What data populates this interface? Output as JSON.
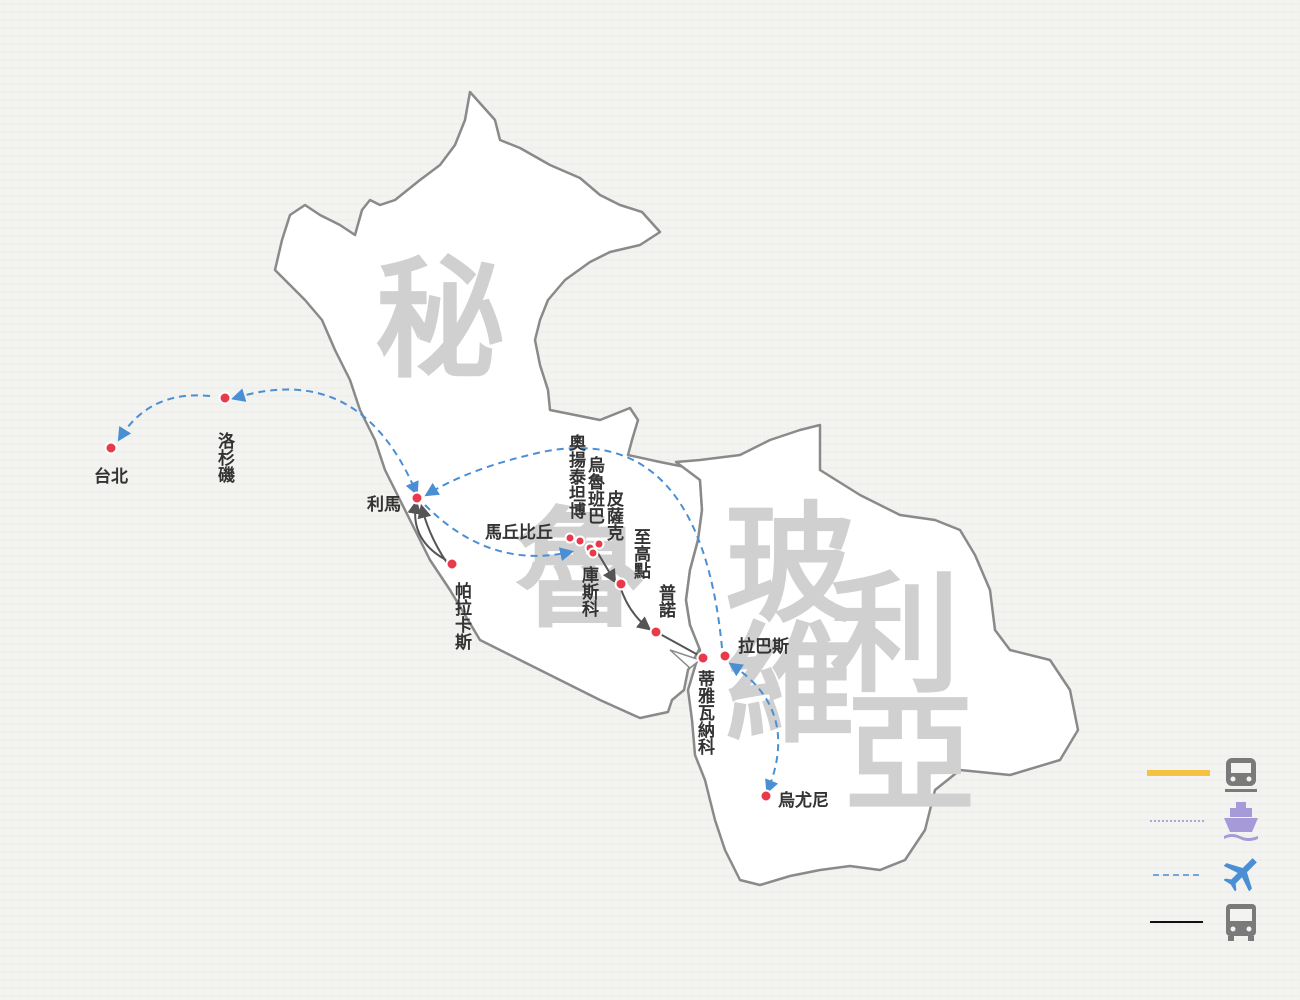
{
  "countries": {
    "peru": [
      "秘",
      "魯"
    ],
    "bolivia": [
      "玻",
      "利",
      "維",
      "亞"
    ]
  },
  "cities": {
    "taipei": "台北",
    "los_angeles": "洛杉磯",
    "lima": "利馬",
    "paracas": "帕拉卡斯",
    "machu_picchu": "馬丘比丘",
    "ollantaytambo": "奧揚泰坦博",
    "urubamba": "烏魯班巴",
    "pisac": "皮薩克",
    "cusco": "庫斯科",
    "highest_point": "至高點",
    "puno": "普諾",
    "tiwanaku": "蒂雅瓦納科",
    "la_paz": "拉巴斯",
    "uyuni": "烏尤尼"
  },
  "legend": [
    {
      "mode": "train",
      "icon": "train-icon",
      "line_style": "solid-thick",
      "color": "#f5c242"
    },
    {
      "mode": "ship",
      "icon": "ship-icon",
      "line_style": "dotted",
      "color": "#9a8fd0"
    },
    {
      "mode": "flight",
      "icon": "airplane-icon",
      "line_style": "dashed",
      "color": "#4a8fd4"
    },
    {
      "mode": "bus",
      "icon": "bus-icon",
      "line_style": "solid",
      "color": "#111111"
    }
  ],
  "colors": {
    "city_marker": "#e83a4a",
    "flight_route": "#4a8fd4",
    "bus_route": "#555555",
    "land": "#ffffff",
    "border": "#8a8a8a"
  }
}
